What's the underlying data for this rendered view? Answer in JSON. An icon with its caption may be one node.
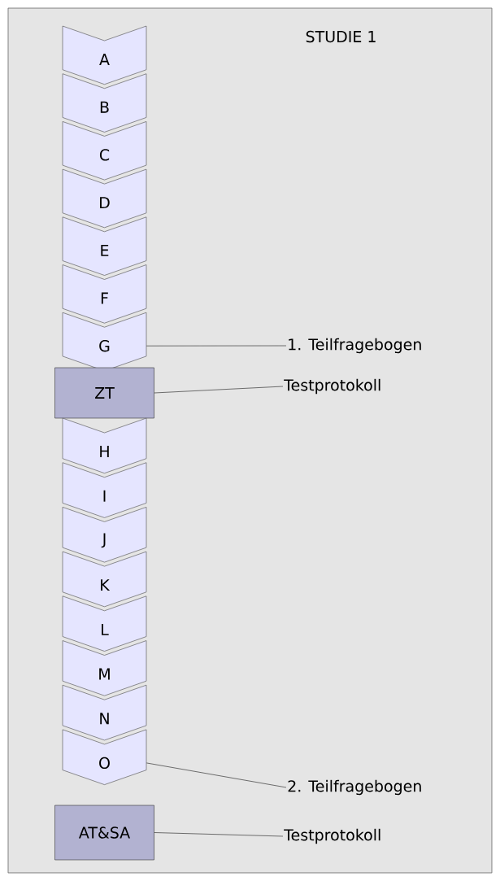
{
  "diagram": {
    "title": "STUDIE 1",
    "nodes": [
      {
        "text": [
          "A"
        ]
      },
      {
        "text": [
          "B"
        ]
      },
      {
        "text": [
          "C"
        ]
      },
      {
        "text": [
          "D"
        ]
      },
      {
        "text": [
          "E"
        ]
      },
      {
        "text": [
          "F"
        ]
      },
      {
        "text": [
          "G"
        ]
      },
      {
        "text": [
          "ZT"
        ]
      },
      {
        "text": [
          "H"
        ]
      },
      {
        "text": [
          "I"
        ]
      },
      {
        "text": [
          "J"
        ]
      },
      {
        "text": [
          "K"
        ]
      },
      {
        "text": [
          "L"
        ]
      },
      {
        "text": [
          "M"
        ]
      },
      {
        "text": [
          "N"
        ]
      },
      {
        "text": [
          "O"
        ]
      },
      {
        "text": [
          "AT&SA"
        ]
      },
      {
        "text": [
          "1. Teilfragebogen"
        ]
      },
      {
        "text": [
          "Testprotokoll"
        ]
      },
      {
        "text": [
          "2. Teilfragebogen"
        ]
      },
      {
        "text": [
          "Testprotokoll"
        ]
      }
    ],
    "edges": [
      {
        "from": 6,
        "to": 17,
        "arrow": "none"
      },
      {
        "from": 7,
        "to": 18,
        "arrow": "none"
      },
      {
        "from": 15,
        "to": 19,
        "arrow": "none"
      },
      {
        "from": 16,
        "to": 20,
        "arrow": "none"
      }
    ]
  }
}
